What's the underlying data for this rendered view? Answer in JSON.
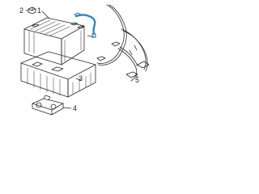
{
  "callouts": {
    "c1": "1",
    "c2": "2",
    "c3": "3",
    "c4": "4",
    "c5": "5"
  },
  "colors": {
    "line": "#2a2a2a",
    "highlight": "#2f86c8",
    "background": "#ffffff"
  }
}
